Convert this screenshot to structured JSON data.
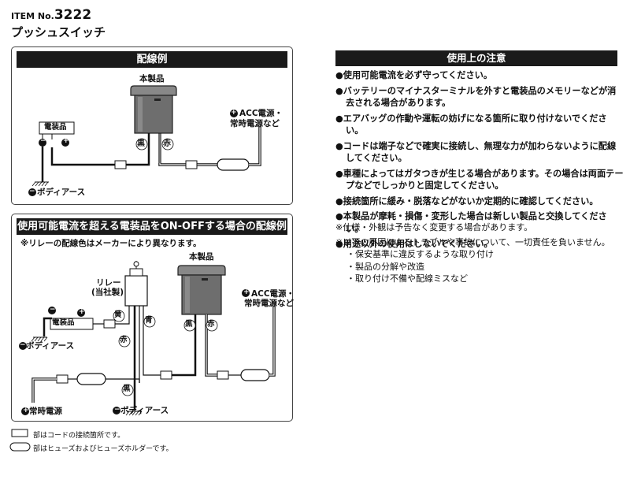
{
  "header": {
    "item_label": "ITEM No.",
    "item_number": "3222",
    "product_name": "プッシュスイッチ"
  },
  "wiring_example": {
    "heading": "配線例",
    "product_label": "本製品",
    "device_label": "電装品",
    "minus_sign": "−",
    "plus_sign": "+",
    "black_label": "黒",
    "red_label": "赤",
    "acc_label_line1": "ACC電源・",
    "acc_label_line2": "常時電源など",
    "body_ground_label": "ボディアース"
  },
  "relay_example": {
    "heading": "使用可能電流を超える電装品をON-OFFする場合の配線例",
    "note": "※リレーの配線色はメーカーにより異なります。",
    "product_label": "本製品",
    "relay_label_line1": "リレー",
    "relay_label_line2": "(当社製)",
    "device_label": "電装品",
    "minus_sign": "−",
    "plus_sign": "+",
    "yellow_label": "黄",
    "blue_label": "青",
    "red_label": "赤",
    "black_label": "黒",
    "red_label2": "赤",
    "black_label2": "黒",
    "acc_label_line1": "ACC電源・",
    "acc_label_line2": "常時電源など",
    "body_ground_label": "ボディアース",
    "constant_power_label": "常時電源",
    "body_ground_label2": "ボディアース"
  },
  "legend": {
    "connection_text": "部はコードの接続箇所です。",
    "fuse_text": "部はヒューズおよびヒューズホルダーです。"
  },
  "usage_notes": {
    "heading": "使用上の注意",
    "items": [
      "●使用可能電流を必ず守ってください。",
      "●バッテリーのマイナスターミナルを外すと電装品のメモリーなどが消去される場合があります。",
      "●エアバッグの作動や運転の妨げになる箇所に取り付けないでください。",
      "●コードは端子などで確実に接続し、無理な力が加わらないように配線してください。",
      "●車種によってはガタつきが生じる場合があります。その場合は両面テープなどでしっかりと固定してください。",
      "●接続箇所に緩み・脱落などがないか定期的に確認してください。",
      "●本製品が摩耗・損傷・変形した場合は新しい製品と交換してください。",
      "●用途以外の使用はしないでください。"
    ]
  },
  "disclaimer": {
    "line1": "※仕様・外観は予告なく変更する場合があります。",
    "line2": "※以下の原因によるトラブルや事故について、一切責任を負いません。",
    "sub_items": [
      "・保安基準に違反するような取り付け",
      "・製品の分解や改造",
      "・取り付け不備や配線ミスなど"
    ]
  },
  "colors": {
    "panel_border": "#444444",
    "heading_bg": "#1a1a1a",
    "switch_body": "#7a7a7a"
  }
}
